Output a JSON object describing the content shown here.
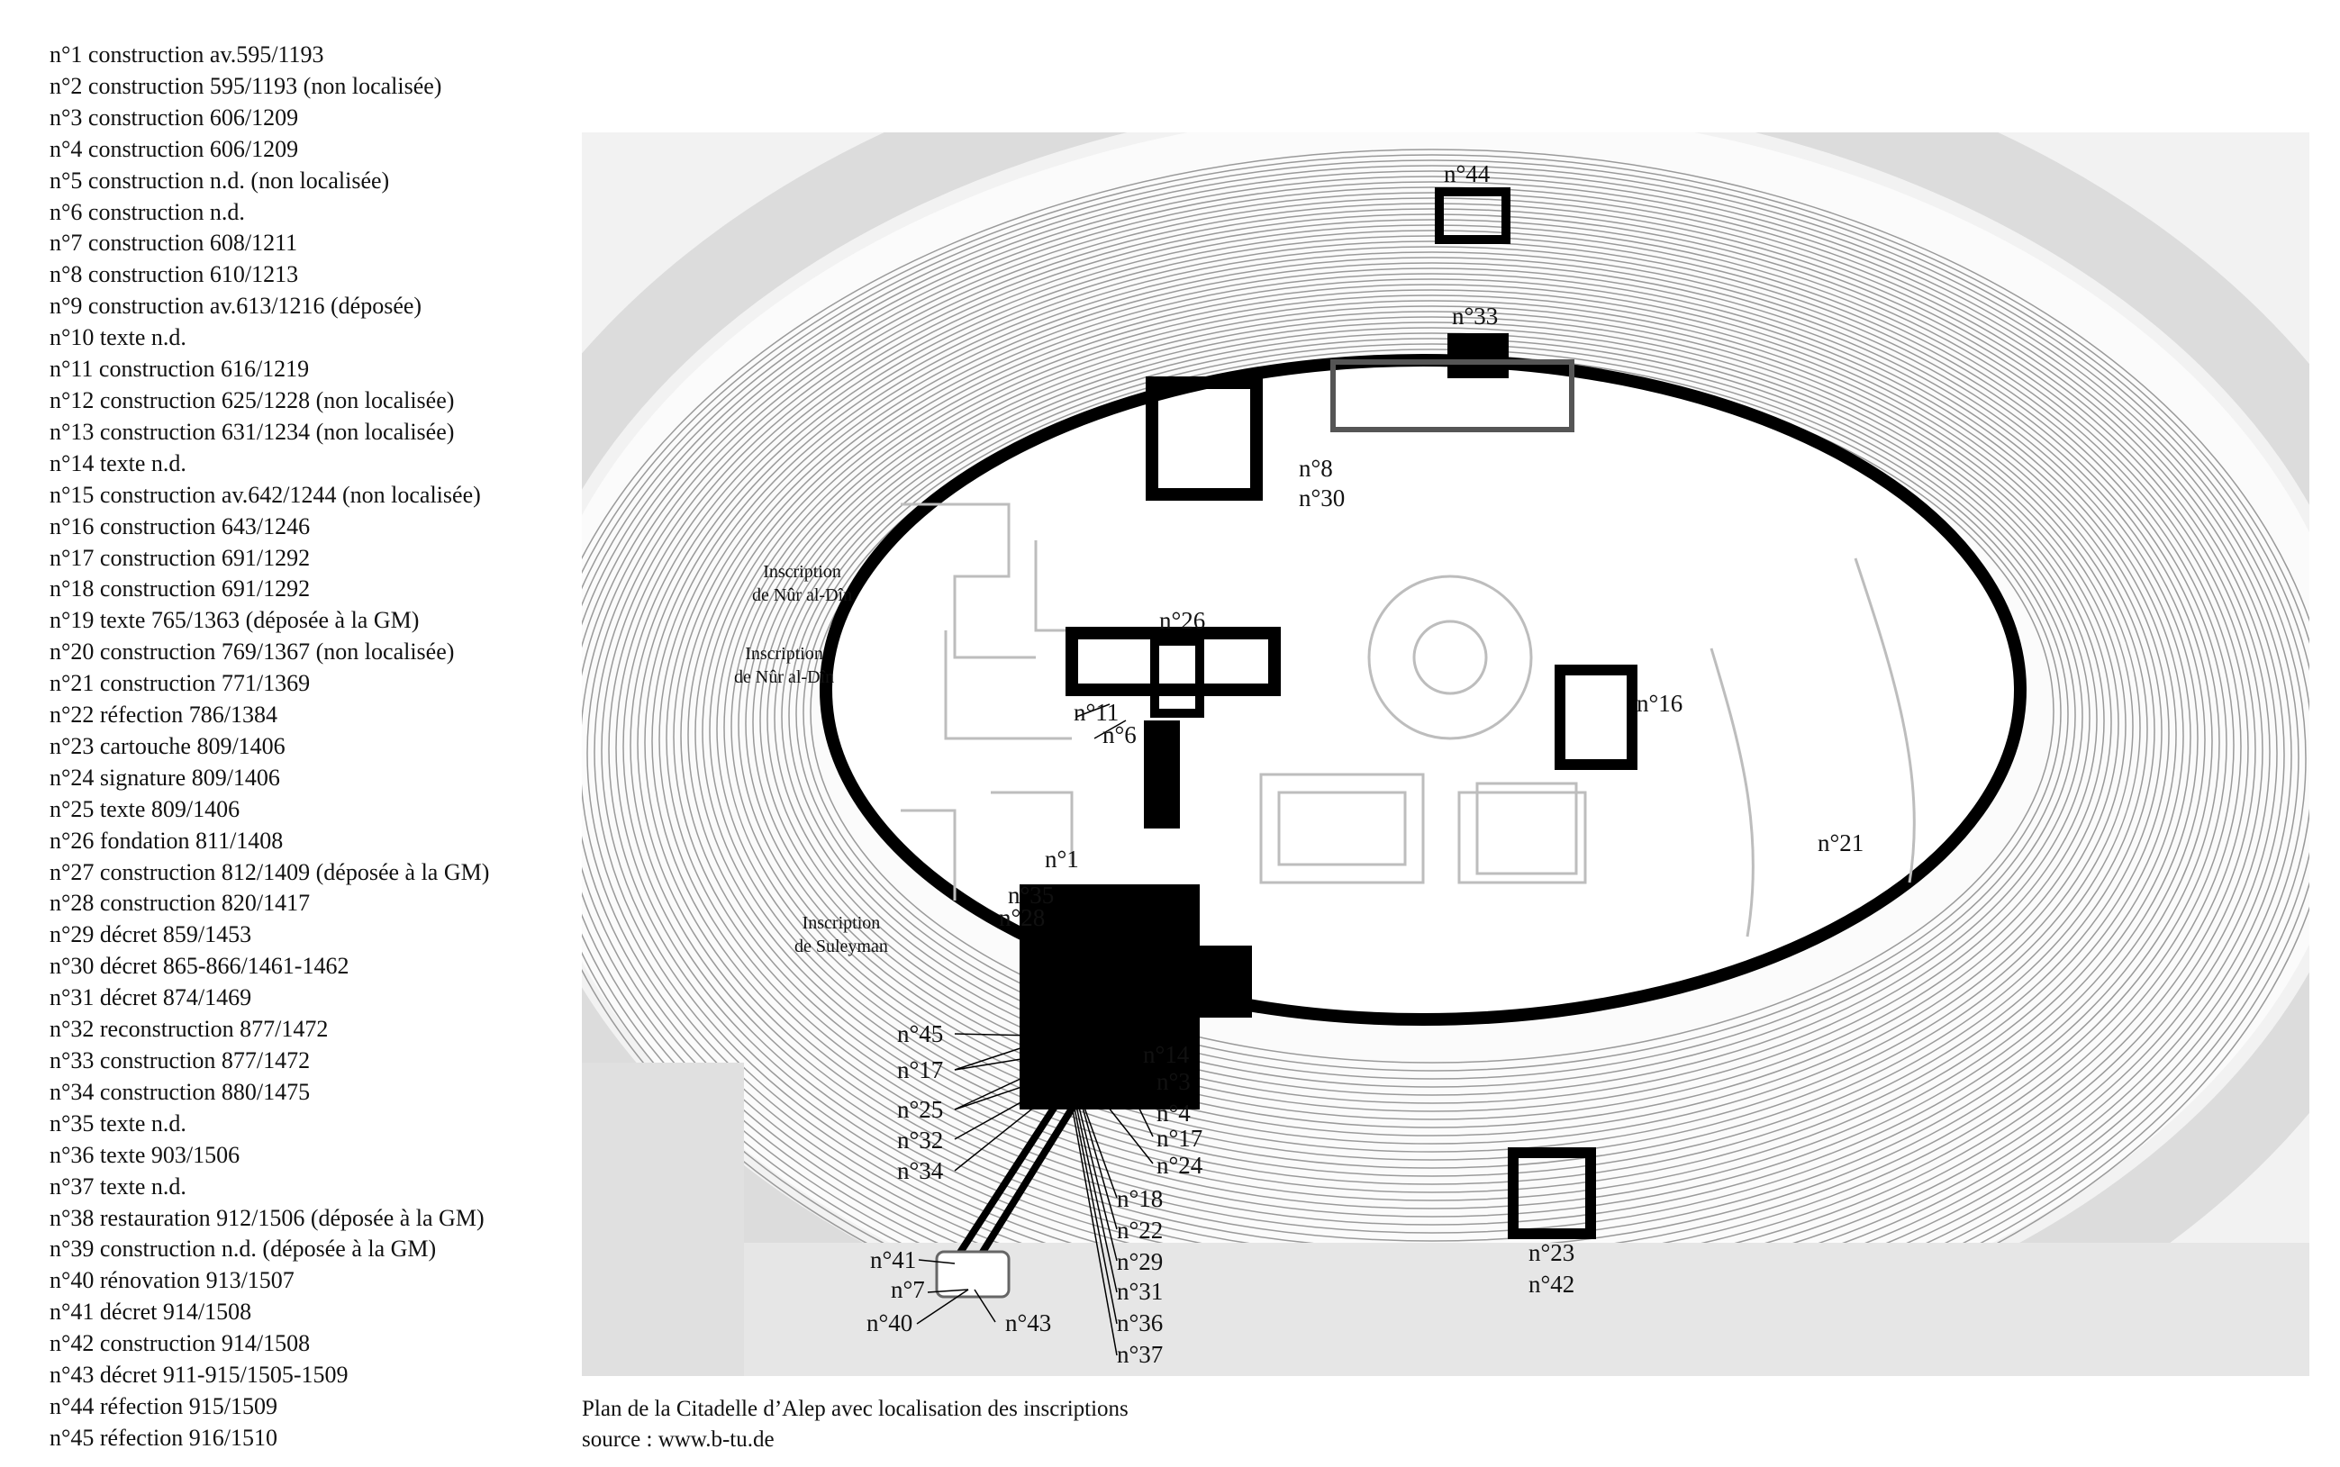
{
  "legend": [
    "n°1 construction av.595/1193",
    "n°2 construction 595/1193 (non localisée)",
    "n°3 construction 606/1209",
    "n°4 construction 606/1209",
    "n°5 construction n.d. (non localisée)",
    "n°6 construction n.d.",
    "n°7 construction 608/1211",
    "n°8 construction 610/1213",
    "n°9 construction av.613/1216 (déposée)",
    "n°10 texte n.d.",
    "n°11 construction 616/1219",
    "n°12 construction 625/1228 (non localisée)",
    "n°13 construction 631/1234 (non localisée)",
    "n°14 texte n.d.",
    "n°15 construction av.642/1244 (non localisée)",
    "n°16 construction 643/1246",
    "n°17 construction 691/1292",
    "n°18 construction 691/1292",
    "n°19 texte 765/1363 (déposée à la GM)",
    "n°20 construction 769/1367 (non localisée)",
    "n°21 construction 771/1369",
    "n°22 réfection 786/1384",
    "n°23 cartouche 809/1406",
    "n°24 signature 809/1406",
    "n°25 texte 809/1406",
    "n°26 fondation 811/1408",
    "n°27 construction 812/1409 (déposée à la GM)",
    "n°28 construction 820/1417",
    "n°29 décret 859/1453",
    "n°30 décret 865-866/1461-1462",
    "n°31 décret 874/1469",
    "n°32 reconstruction 877/1472",
    "n°33 construction 877/1472",
    "n°34 construction 880/1475",
    "n°35 texte n.d.",
    "n°36 texte 903/1506",
    "n°37 texte n.d.",
    "n°38 restauration 912/1506 (déposée à la GM)",
    "n°39 construction n.d. (déposée à la GM)",
    "n°40 rénovation 913/1507",
    "n°41 décret 914/1508",
    "n°42 construction 914/1508",
    "n°43 décret 911-915/1505-1509",
    "n°44 réfection 915/1509",
    "n°45 réfection 916/1510"
  ],
  "map_labels": {
    "n44": "n°44",
    "n33": "n°33",
    "n8": "n°8",
    "n30": "n°30",
    "n26": "n°26",
    "n11": "n°11",
    "n6": "n°6",
    "n16": "n°16",
    "n1": "n°1",
    "n35": "n°35",
    "n28": "n°28",
    "n21": "n°21",
    "n45": "n°45",
    "n17a": "n°17",
    "n25": "n°25",
    "n32": "n°32",
    "n34": "n°34",
    "n14": "n°14",
    "n3": "n°3",
    "n4": "n°4",
    "n17b": "n°17",
    "n24": "n°24",
    "n18": "n°18",
    "n22": "n°22",
    "n29": "n°29",
    "n31": "n°31",
    "n36": "n°36",
    "n37": "n°37",
    "n41": "n°41",
    "n7": "n°7",
    "n40": "n°40",
    "n43": "n°43",
    "n23": "n°23",
    "n42": "n°42"
  },
  "notes": {
    "nur1": [
      "Inscription",
      "de Nûr al-Dîn"
    ],
    "nur2": [
      "Inscription",
      "de Nûr al-Dîn"
    ],
    "suleyman": [
      "Inscription",
      "de Suleyman"
    ]
  },
  "caption": {
    "title": "Plan de la Citadelle d’Alep avec localisation des inscriptions",
    "source": "source : www.b-tu.de"
  }
}
